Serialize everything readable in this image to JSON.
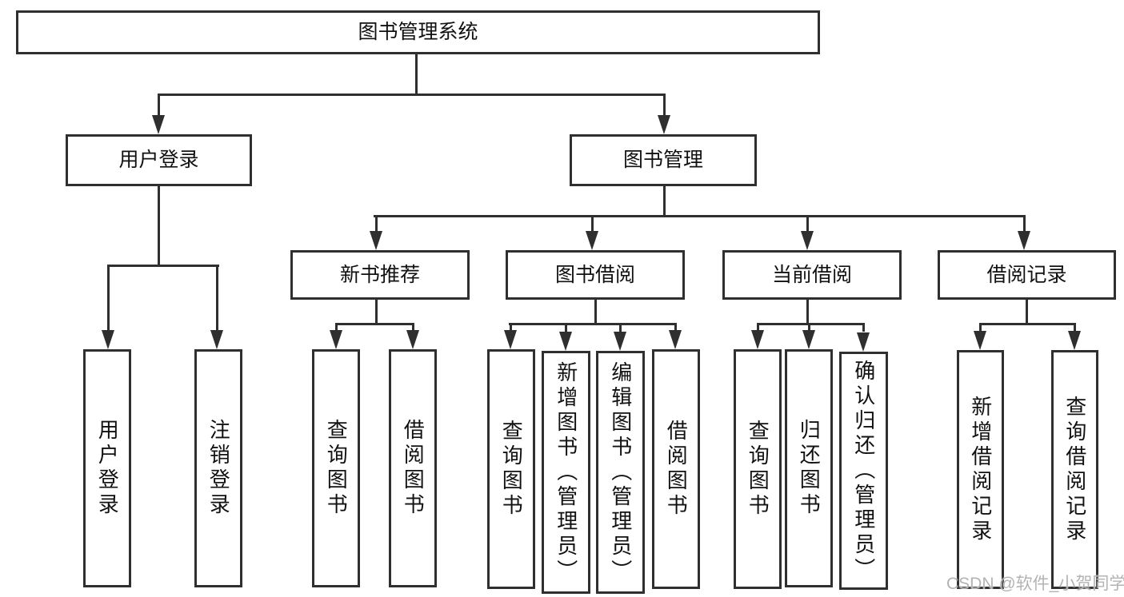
{
  "tree": {
    "root": {
      "label": "图书管理系统"
    },
    "branches": [
      {
        "label": "用户登录",
        "children": [
          {
            "label": "用户登录"
          },
          {
            "label": "注销登录"
          }
        ]
      },
      {
        "label": "图书管理",
        "children": [
          {
            "label": "新书推荐",
            "children": [
              {
                "label": "查询图书"
              },
              {
                "label": "借阅图书"
              }
            ]
          },
          {
            "label": "图书借阅",
            "children": [
              {
                "label": "查询图书"
              },
              {
                "label": "新增图书（管理员）"
              },
              {
                "label": "编辑图书（管理员）"
              },
              {
                "label": "借阅图书"
              }
            ]
          },
          {
            "label": "当前借阅",
            "children": [
              {
                "label": "查询图书"
              },
              {
                "label": "归还图书"
              },
              {
                "label": "确认归还（管理员）"
              }
            ]
          },
          {
            "label": "借阅记录",
            "children": [
              {
                "label": "新增借阅记录"
              },
              {
                "label": "查询借阅记录"
              }
            ]
          }
        ]
      }
    ]
  },
  "watermark": {
    "text": "CSDN @软件_小贺同学"
  },
  "colors": {
    "line": "#2f2f2f",
    "background": "#ffffff",
    "text": "#111111",
    "watermark": "#b3b3b3"
  }
}
